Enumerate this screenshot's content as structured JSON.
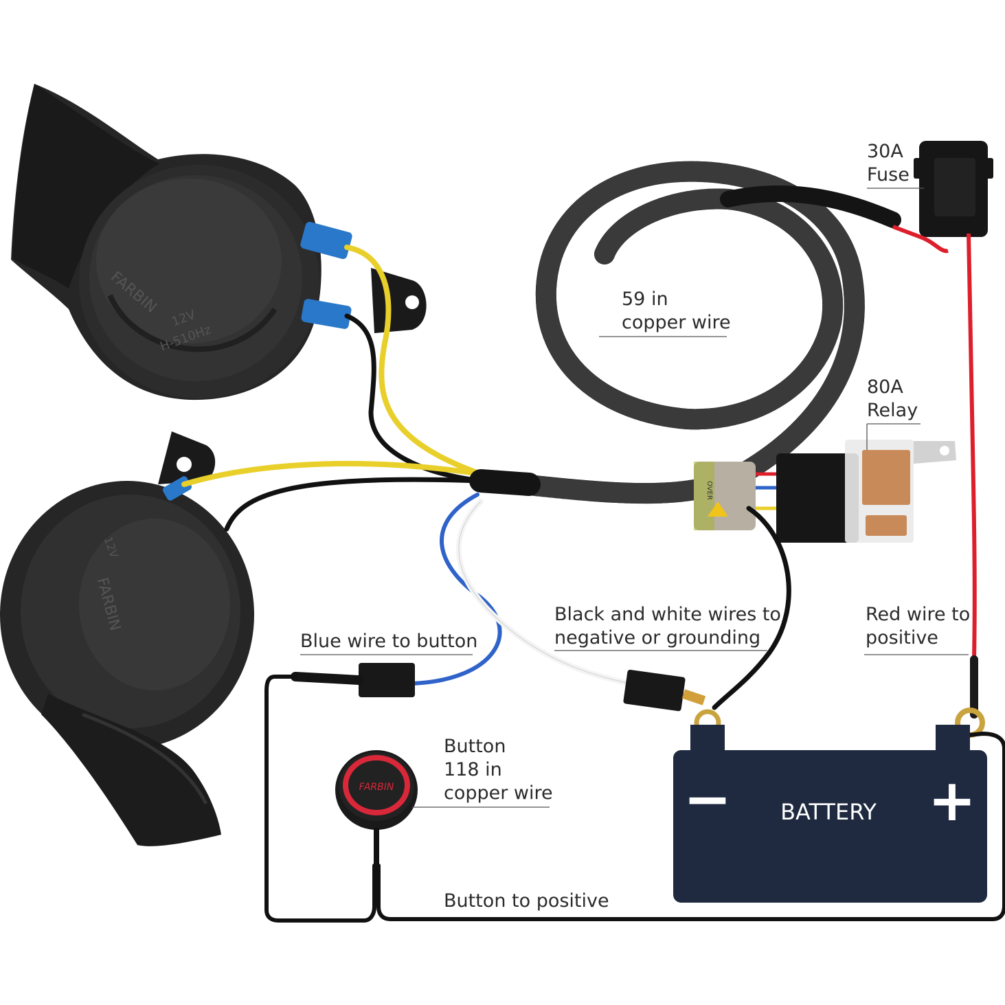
{
  "colors": {
    "background": "#ffffff",
    "horn_body": "#2a2a2a",
    "horn_dark": "#161616",
    "wire_yellow": "#e9cf2a",
    "wire_black": "#111111",
    "wire_blue": "#2f63c9",
    "wire_red": "#dd1f2c",
    "wire_white": "#f4f4f4",
    "battery": "#1f2a40",
    "button_ring": "#d8283a",
    "relay_pin": "#c98a5a",
    "label_text": "#2b2b2b",
    "leader_line": "#555555"
  },
  "icons": {
    "horn_upper": "horn-icon",
    "horn_lower": "horn-icon",
    "relay": "relay-icon",
    "fuse": "fuse-holder-icon",
    "battery_negative": "minus-icon",
    "battery_positive": "plus-icon",
    "button": "push-button-icon"
  },
  "labels": {
    "fuse": [
      "30A",
      "Fuse"
    ],
    "wire_length": [
      "59 in",
      "copper wire"
    ],
    "relay": [
      "80A",
      "Relay"
    ],
    "blue_wire": [
      "Blue wire to button"
    ],
    "black_white_wires": [
      "Black and white wires to",
      "negative or grounding"
    ],
    "red_wire": [
      "Red wire to",
      "positive"
    ],
    "button": [
      "Button",
      "118 in",
      "copper wire"
    ],
    "button_positive": [
      "Button to positive"
    ]
  },
  "battery": {
    "label": "BATTERY",
    "negative": "−",
    "positive": "+"
  },
  "horn_upper": {
    "brand": "FARBIN",
    "voltage": "12V",
    "frequency": "H-510Hz"
  },
  "horn_lower": {
    "brand": "FARBIN",
    "voltage": "12V"
  },
  "button_brand": "FARBIN",
  "relay_marks": "OVER"
}
